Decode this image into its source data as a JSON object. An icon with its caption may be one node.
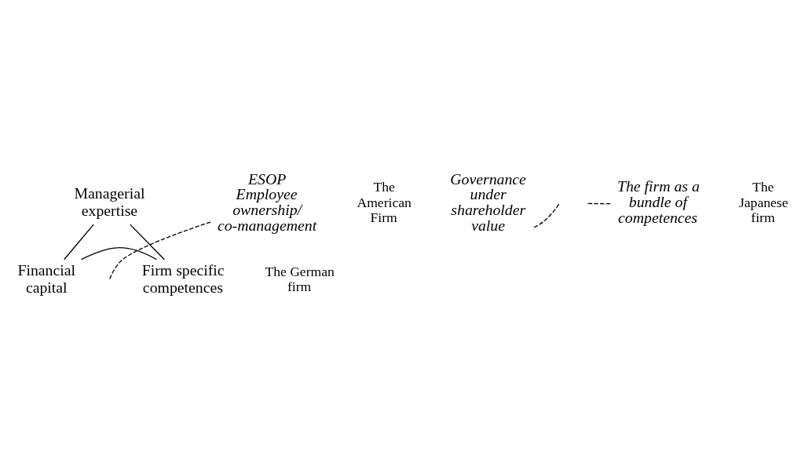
{
  "diagram": {
    "nodes": [
      {
        "text": [
          "Managerial expertise"
        ]
      },
      {
        "text": [
          "Financial capital"
        ]
      },
      {
        "text": [
          "Firm specific competences"
        ]
      },
      {
        "text": [
          "Governance under shareholder value"
        ]
      },
      {
        "text": [
          "The firm as a bundle of competences"
        ]
      },
      {
        "text": [
          "ESOP",
          "Employee ownership/ co-management"
        ]
      }
    ],
    "edges": [
      {
        "from": 0,
        "to": 1,
        "arrow": "none"
      },
      {
        "from": 0,
        "to": 2,
        "arrow": "none"
      },
      {
        "from": 1,
        "to": 2,
        "arrow": "none"
      },
      {
        "from": 3,
        "to": null,
        "arrow": "none",
        "style": "dashed"
      },
      {
        "from": 4,
        "to": null,
        "arrow": "none",
        "style": "dashed"
      },
      {
        "from": 5,
        "to": null,
        "arrow": "none",
        "style": "dashed"
      }
    ],
    "labels": [
      "The American Firm",
      "The Japanese firm",
      "The German firm"
    ]
  }
}
